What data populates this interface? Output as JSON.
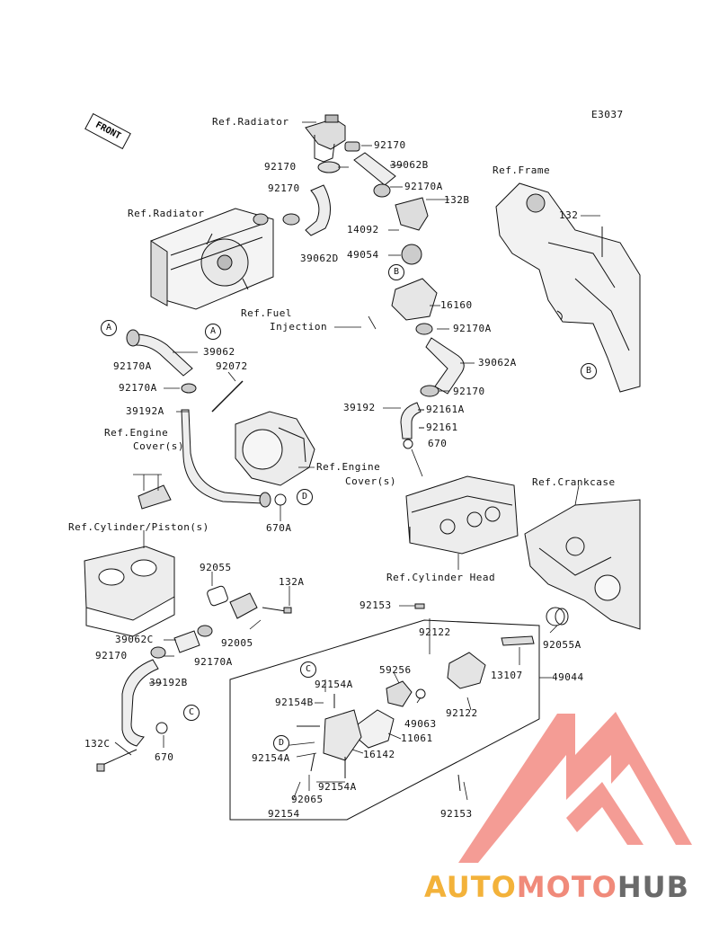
{
  "diagram_code": "E3037",
  "front_label": "FRONT",
  "watermark": {
    "part1": "AUTO",
    "part2": "MOTO",
    "part3": "HUB",
    "colors": {
      "auto": "#f3b23a",
      "moto": "#f08a7a",
      "hub": "#6a6a6a",
      "logo": "#f28b82"
    }
  },
  "ref_labels": {
    "radiator_top": "Ref.Radiator",
    "radiator": "Ref.Radiator",
    "frame": "Ref.Frame",
    "fuel_1": "Ref.Fuel",
    "fuel_2": "Injection",
    "engine_cover_left_1": "Ref.Engine",
    "engine_cover_left_2": "Cover(s)",
    "engine_cover_right_1": "Ref.Engine",
    "engine_cover_right_2": "Cover(s)",
    "cylinder_piston": "Ref.Cylinder/Piston(s)",
    "crankcase": "Ref.Crankcase",
    "cylinder_head": "Ref.Cylinder Head"
  },
  "markers": [
    "A",
    "A",
    "B",
    "B",
    "C",
    "C",
    "D",
    "D"
  ],
  "parts": {
    "p92170_1": "92170",
    "p92170_2": "92170",
    "p92170_3": "92170",
    "p39062B": "39062B",
    "p92170A_1": "92170A",
    "p132B": "132B",
    "p14092": "14092",
    "p39062D": "39062D",
    "p49054": "49054",
    "p132": "132",
    "p16160": "16160",
    "p92170A_2": "92170A",
    "p39062": "39062",
    "p92170A_3": "92170A",
    "p92072": "92072",
    "p92170A_4": "92170A",
    "p39062A": "39062A",
    "p92170_4": "92170",
    "p39192A": "39192A",
    "p39192": "39192",
    "p92161A": "92161A",
    "p92161": "92161",
    "p670_1": "670",
    "p670A": "670A",
    "p92055": "92055",
    "p132A": "132A",
    "p92005": "92005",
    "p39062C": "39062C",
    "p92170_5": "92170",
    "p92170A_5": "92170A",
    "p39192B": "39192B",
    "p132C": "132C",
    "p670_2": "670",
    "p92153_1": "92153",
    "p92122_1": "92122",
    "p92055A": "92055A",
    "p92154A_1": "92154A",
    "p59256": "59256",
    "p13107": "13107",
    "p49044": "49044",
    "p92154B": "92154B",
    "p49063": "49063",
    "p92122_2": "92122",
    "p11061": "11061",
    "p16142": "16142",
    "p92154A_2": "92154A",
    "p92154A_3": "92154A",
    "p92065": "92065",
    "p92154": "92154",
    "p92153_2": "92153"
  }
}
